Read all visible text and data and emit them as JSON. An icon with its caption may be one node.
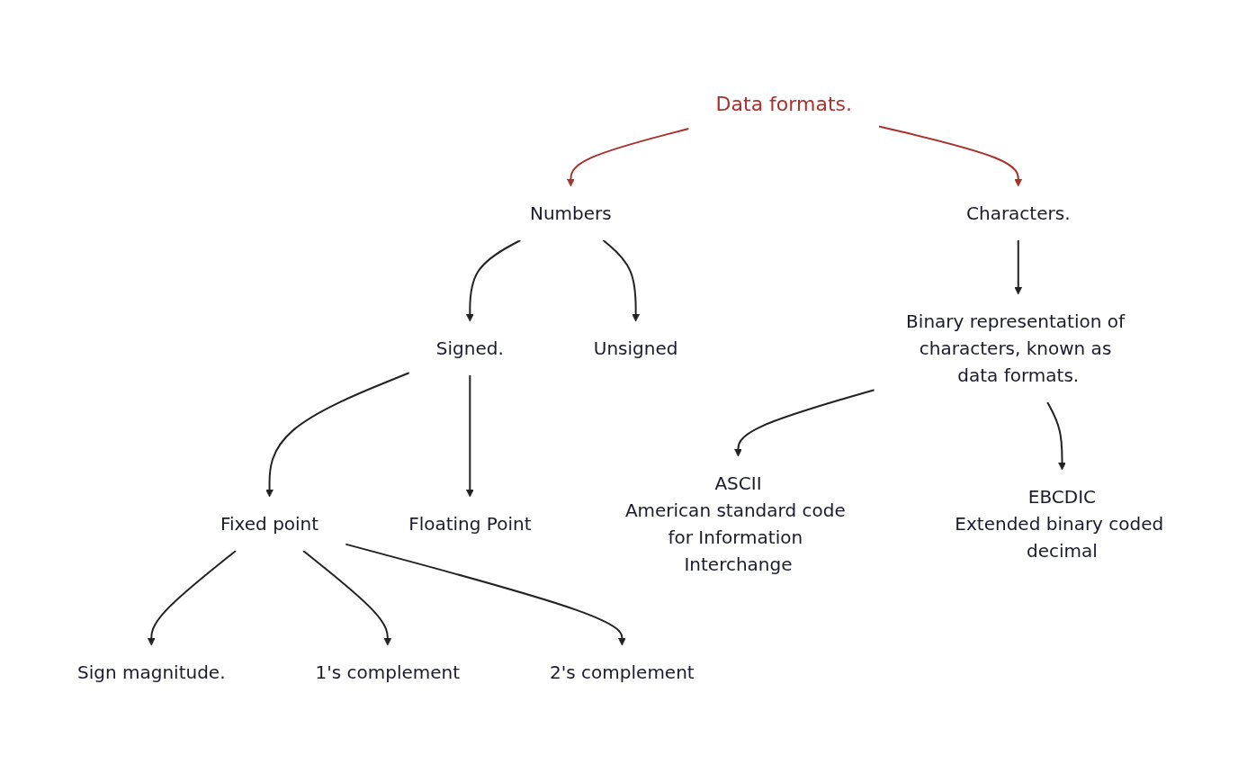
{
  "diagram": {
    "nodes": [
      {
        "text": [
          "Data formats."
        ]
      },
      {
        "text": [
          "Numbers"
        ]
      },
      {
        "text": [
          "Characters."
        ]
      },
      {
        "text": [
          "Binary representation of characters, known as data formats."
        ]
      },
      {
        "text": [
          "Unsigned"
        ]
      },
      {
        "text": [
          "Signed."
        ]
      },
      {
        "text": [
          "Fixed point"
        ]
      },
      {
        "text": [
          "Floating Point"
        ]
      },
      {
        "text": [
          "Sign magnitude."
        ]
      },
      {
        "text": [
          "1's complement"
        ]
      },
      {
        "text": [
          "2's complement"
        ]
      },
      {
        "text": [
          "ASCII",
          "American standard code for Information Interchange"
        ]
      },
      {
        "text": [
          "EBCDIC",
          "Extended binary coded decimal"
        ]
      }
    ],
    "edges": [
      {
        "from": 0,
        "to": 1,
        "arrow": "to",
        "color": "#a8322d"
      },
      {
        "from": 0,
        "to": 2,
        "arrow": "to",
        "color": "#a8322d"
      },
      {
        "from": 2,
        "to": 3,
        "arrow": "to"
      },
      {
        "from": 1,
        "to": 4,
        "arrow": "to"
      },
      {
        "from": 1,
        "to": 5,
        "arrow": "to"
      },
      {
        "from": 5,
        "to": 6,
        "arrow": "to"
      },
      {
        "from": 5,
        "to": 7,
        "arrow": "to"
      },
      {
        "from": 6,
        "to": 8,
        "arrow": "to"
      },
      {
        "from": 6,
        "to": 9,
        "arrow": "to"
      },
      {
        "from": 6,
        "to": 10,
        "arrow": "to"
      },
      {
        "from": 3,
        "to": 11,
        "arrow": "to"
      },
      {
        "from": 3,
        "to": 12,
        "arrow": "to"
      }
    ]
  }
}
